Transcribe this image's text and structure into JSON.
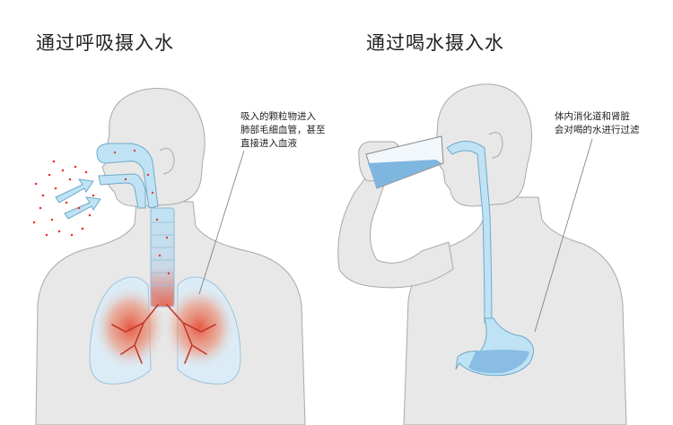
{
  "left_panel": {
    "title": "通过呼吸摄入水",
    "annotation_lines": [
      "吸入的颗粒物进入",
      "肺部毛细血管，甚至",
      "直接进入血液"
    ]
  },
  "right_panel": {
    "title": "通过喝水摄入水",
    "annotation_lines": [
      "体内消化道和肾脏",
      "会对喝的水进行过滤"
    ]
  },
  "colors": {
    "body_fill": "#e8e8e8",
    "body_stroke": "#a9a9a9",
    "airway_blue": "#bfe3f4",
    "water_blue": "#7fb6e0",
    "particle_red": "#e23b2e",
    "lung_red": "#e8503a"
  }
}
